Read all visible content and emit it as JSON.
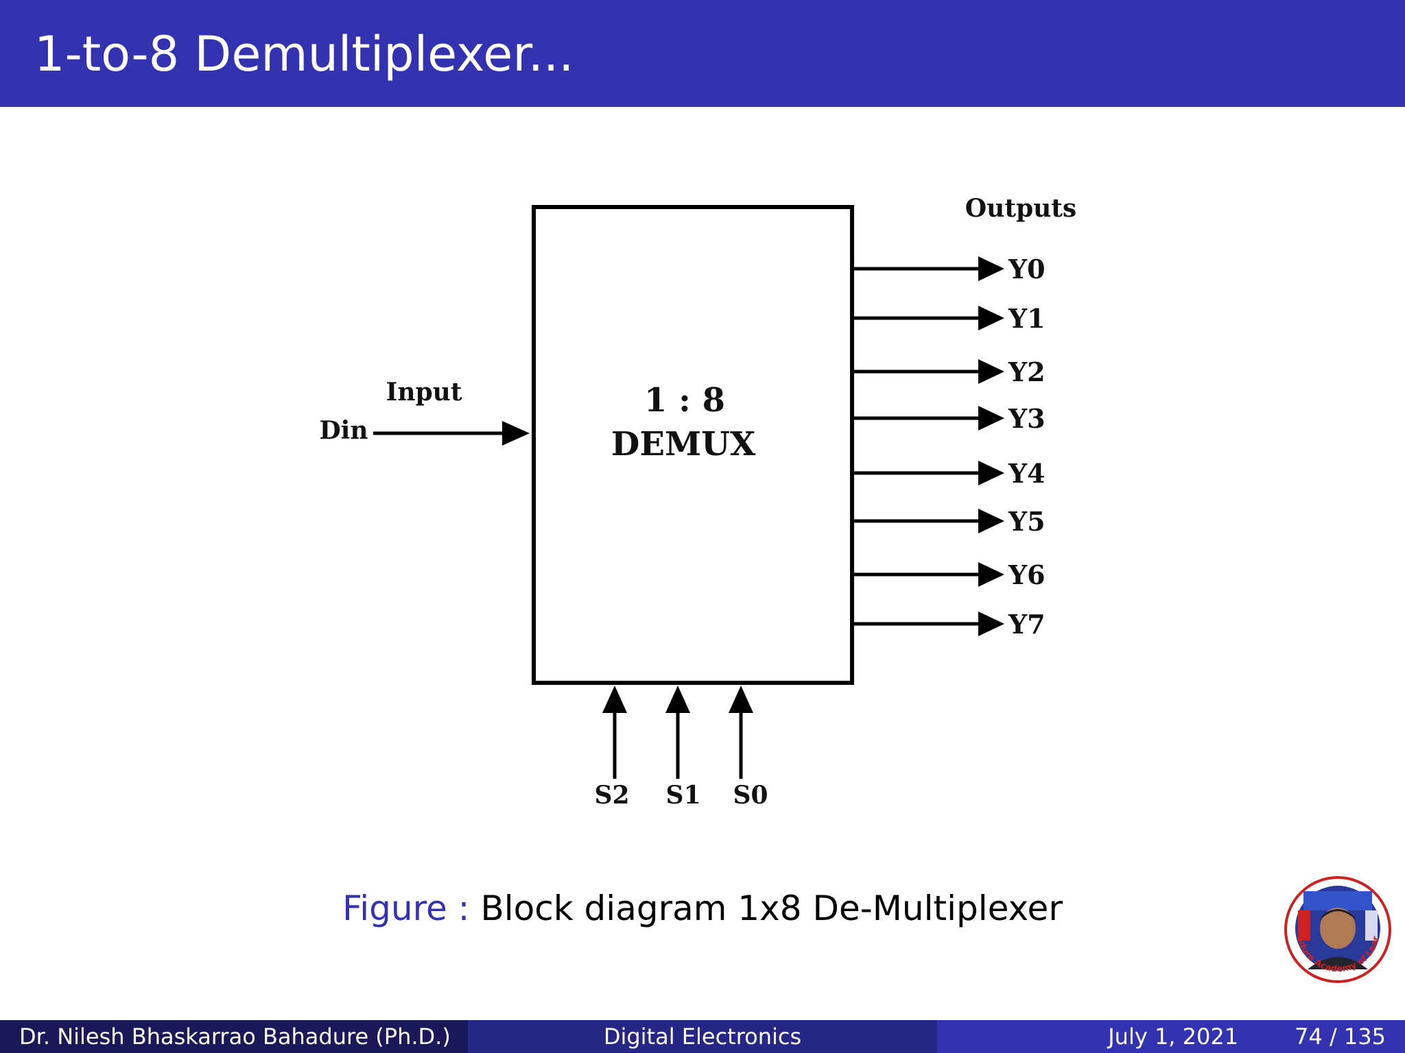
{
  "slide": {
    "title": "1-to-8 Demultiplexer..."
  },
  "diagram": {
    "block_label_line1": "1 : 8",
    "block_label_line2": "DEMUX",
    "input_heading": "Input",
    "input_signal": "Din",
    "outputs_heading": "Outputs",
    "outputs": [
      "Y0",
      "Y1",
      "Y2",
      "Y3",
      "Y4",
      "Y5",
      "Y6",
      "Y7"
    ],
    "select_lines": [
      "S2",
      "S1",
      "S0"
    ]
  },
  "caption": {
    "label": "Figure :",
    "text": "Block diagram 1x8 De-Multiplexer"
  },
  "footer": {
    "author": "Dr. Nilesh Bhaskarrao Bahadure (Ph.D.)",
    "course": "Digital Electronics",
    "date": "July 1, 2021",
    "page": "74 / 135"
  },
  "logo": {
    "ring_text": "Bahadure Academy of Learning",
    "ring_color": "#cc2222"
  }
}
